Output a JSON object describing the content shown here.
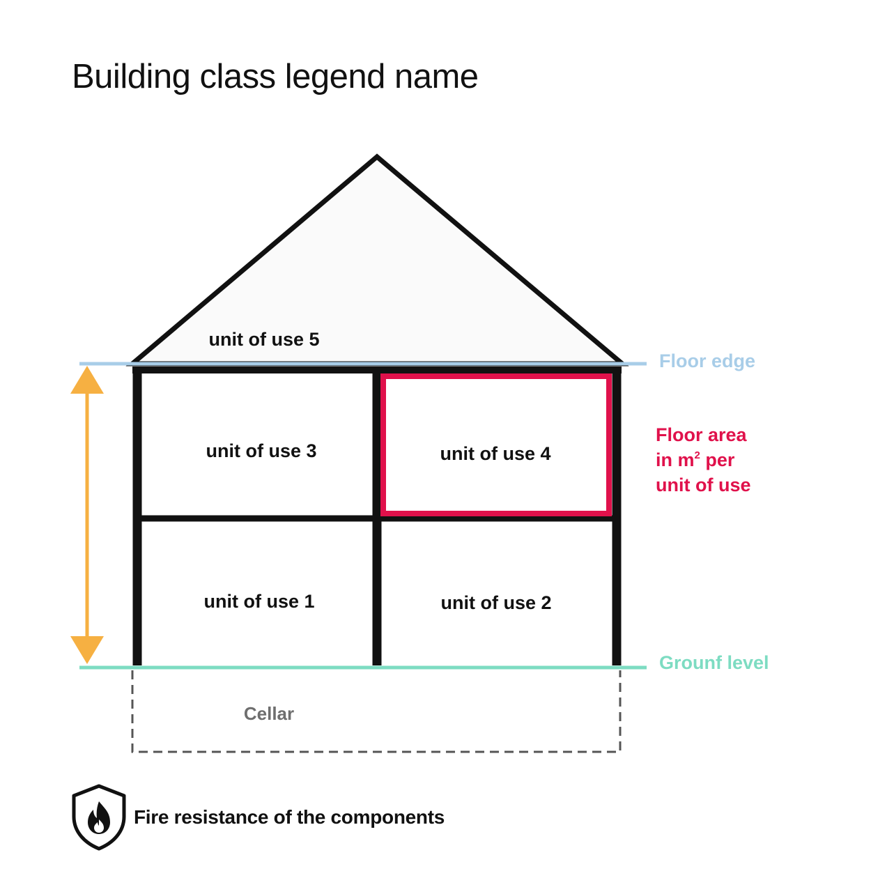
{
  "title": "Building class legend name",
  "units": {
    "u1": "unit of use 1",
    "u2": "unit of use 2",
    "u3": "unit of use 3",
    "u4": "unit of use 4",
    "u5": "unit of use 5"
  },
  "cellar": "Cellar",
  "floor_edge": "Floor edge",
  "ground_level": "Grounf level",
  "floor_area": {
    "line1": "Floor area",
    "line2_prefix": "in m",
    "line2_sup": "2",
    "line2_suffix": " per",
    "line3": "unit of use"
  },
  "footer": {
    "label": "Fire resistance of the components",
    "icon": "shield-flame-icon"
  },
  "colors": {
    "floor_edge": "#a8cde8",
    "ground_level": "#7ddcc2",
    "highlight": "#e0114b",
    "height_arrow": "#f6b042",
    "cellar": "#6e6e6e"
  }
}
